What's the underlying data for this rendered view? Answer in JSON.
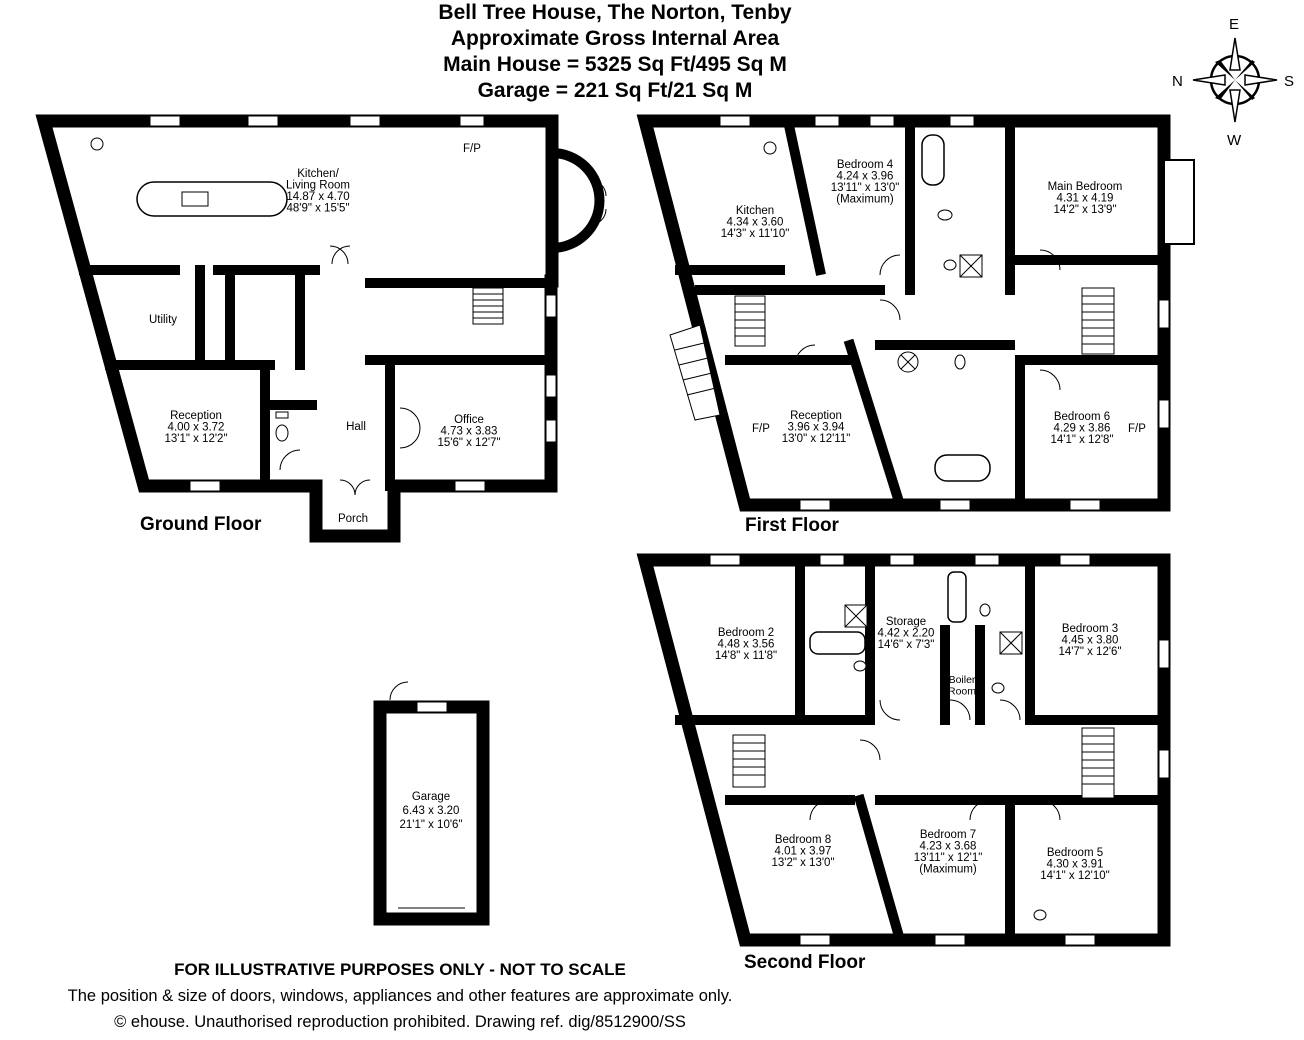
{
  "header": {
    "title": "Bell Tree House, The Norton, Tenby",
    "subtitle": "Approximate Gross Internal Area",
    "main_house_area": "Main House = 5325 Sq Ft/495 Sq M",
    "garage_area": "Garage = 221 Sq Ft/21 Sq M"
  },
  "compass": {
    "n": "N",
    "e": "E",
    "s": "S",
    "w": "W"
  },
  "floors": {
    "ground": {
      "label": "Ground Floor",
      "rooms": [
        {
          "id": "kitchen-living-room",
          "lines": [
            "Kitchen/",
            "Living Room",
            "14.87 x 4.70",
            "48'9\" x 15'5\""
          ]
        },
        {
          "id": "utility",
          "lines": [
            "Utility"
          ]
        },
        {
          "id": "reception-ground",
          "lines": [
            "Reception",
            "4.00 x 3.72",
            "13'1\" x 12'2\""
          ]
        },
        {
          "id": "hall",
          "lines": [
            "Hall"
          ]
        },
        {
          "id": "office",
          "lines": [
            "Office",
            "4.73 x 3.83",
            "15'6\" x 12'7\""
          ]
        },
        {
          "id": "porch",
          "lines": [
            "Porch"
          ]
        }
      ],
      "fireplace": "F/P"
    },
    "first": {
      "label": "First Floor",
      "rooms": [
        {
          "id": "kitchen-first",
          "lines": [
            "Kitchen",
            "4.34 x 3.60",
            "14'3\" x 11'10\""
          ]
        },
        {
          "id": "bedroom-4",
          "lines": [
            "Bedroom 4",
            "4.24 x 3.96",
            "13'11\" x 13'0\"",
            "(Maximum)"
          ]
        },
        {
          "id": "main-bedroom",
          "lines": [
            "Main Bedroom",
            "4.31 x 4.19",
            "14'2\" x 13'9\""
          ]
        },
        {
          "id": "reception-first",
          "lines": [
            "Reception",
            "3.96 x 3.94",
            "13'0\" x 12'11\""
          ]
        },
        {
          "id": "bedroom-6",
          "lines": [
            "Bedroom 6",
            "4.29 x 3.86",
            "14'1\" x 12'8\""
          ]
        }
      ],
      "fireplace_left": "F/P",
      "fireplace_right": "F/P"
    },
    "second": {
      "label": "Second Floor",
      "rooms": [
        {
          "id": "bedroom-2",
          "lines": [
            "Bedroom 2",
            "4.48 x 3.56",
            "14'8\" x 11'8\""
          ]
        },
        {
          "id": "storage",
          "lines": [
            "Storage",
            "4.42 x 2.20",
            "14'6\" x 7'3\""
          ]
        },
        {
          "id": "bedroom-3",
          "lines": [
            "Bedroom 3",
            "4.45 x 3.80",
            "14'7\" x 12'6\""
          ]
        },
        {
          "id": "boiler-room",
          "lines": [
            "Boiler",
            "Room"
          ]
        },
        {
          "id": "bedroom-8",
          "lines": [
            "Bedroom 8",
            "4.01 x 3.97",
            "13'2\" x 13'0\""
          ]
        },
        {
          "id": "bedroom-7",
          "lines": [
            "Bedroom 7",
            "4.23 x 3.68",
            "13'11\" x 12'1\"",
            "(Maximum)"
          ]
        },
        {
          "id": "bedroom-5",
          "lines": [
            "Bedroom 5",
            "4.30 x 3.91",
            "14'1\" x 12'10\""
          ]
        }
      ]
    },
    "garage": {
      "lines": [
        "Garage",
        "6.43 x 3.20",
        "21'1\" x 10'6\""
      ]
    }
  },
  "footer": {
    "notice": "FOR ILLUSTRATIVE PURPOSES ONLY - NOT TO SCALE",
    "position_note": "The position & size of doors, windows, appliances and other features are approximate only.",
    "copyright": "© ehouse. Unauthorised reproduction prohibited. Drawing ref. dig/8512900/SS"
  }
}
